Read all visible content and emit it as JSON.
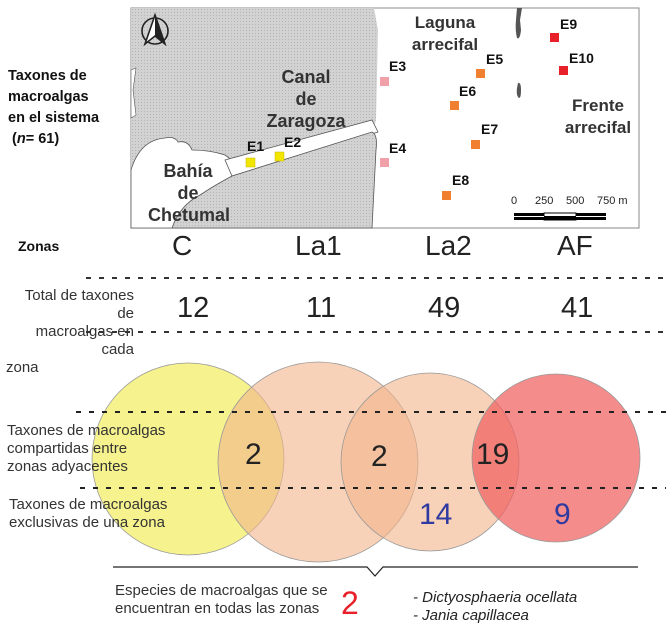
{
  "side_title": {
    "line1": "Taxones de",
    "line2": "macroalgas",
    "line3": "en el sistema",
    "n_open": "(",
    "n_var": "n",
    "n_value": "= 61)"
  },
  "map": {
    "labels": {
      "canal": [
        "Canal",
        "de",
        "Zaragoza"
      ],
      "bahia": [
        "Bahía",
        "de",
        "Chetumal"
      ],
      "laguna": [
        "Laguna",
        "arrecifal"
      ],
      "frente": [
        "Frente",
        "arrecifal"
      ]
    },
    "stations": [
      {
        "id": "E1",
        "color": "#f2e600"
      },
      {
        "id": "E2",
        "color": "#f2e600"
      },
      {
        "id": "E3",
        "color": "#f0a0a8"
      },
      {
        "id": "E4",
        "color": "#f0a0a8"
      },
      {
        "id": "E5",
        "color": "#f08030"
      },
      {
        "id": "E6",
        "color": "#f08030"
      },
      {
        "id": "E7",
        "color": "#f08030"
      },
      {
        "id": "E8",
        "color": "#f08030"
      },
      {
        "id": "E9",
        "color": "#e8202a"
      },
      {
        "id": "E10",
        "color": "#e8202a"
      }
    ],
    "scale_bar": {
      "ticks": [
        "0",
        "250",
        "500",
        "750 m"
      ]
    },
    "north_arrow": "north-arrow-icon"
  },
  "zones": {
    "label": "Zonas",
    "names": [
      "C",
      "La1",
      "La2",
      "AF"
    ]
  },
  "totals": {
    "label": [
      "Total de taxones de",
      "macroalgas en cada",
      "zona"
    ],
    "values": [
      "12",
      "11",
      "49",
      "41"
    ]
  },
  "shared": {
    "label": [
      "Taxones de macroalgas",
      "compartidas entre",
      "zonas adyacentes"
    ],
    "values": [
      "2",
      "2",
      "19"
    ]
  },
  "exclusive": {
    "label": [
      "Taxones de macroalgas",
      "exclusivas de una zona"
    ],
    "values": [
      "14",
      "9"
    ]
  },
  "all_zones": {
    "label": [
      "Especies de macroalgas que se",
      "encuentran en todas las zonas"
    ],
    "count": "2",
    "species": [
      "- Dictyosphaeria ocellata",
      "- Jania capillacea"
    ]
  },
  "colors": {
    "zone_C": "#f5f07a",
    "zone_La1": "#f5c8a8",
    "zone_La2": "#f5c8a8",
    "zone_AF": "#f07878",
    "exclusive_text": "#2f3aa0",
    "all_count": "#e8202a"
  },
  "chart_data": {
    "type": "table",
    "title": "Taxones de macroalgas en el sistema (n= 61)",
    "categories": [
      "C",
      "La1",
      "La2",
      "AF"
    ],
    "series": [
      {
        "name": "Total de taxones de macroalgas en cada zona",
        "values": [
          12,
          11,
          49,
          41
        ]
      },
      {
        "name": "Taxones compartidas entre zonas adyacentes",
        "pairs": [
          "C-La1",
          "La1-La2",
          "La2-AF"
        ],
        "values": [
          2,
          2,
          19
        ]
      },
      {
        "name": "Taxones exclusivas de una zona",
        "values": [
          null,
          null,
          14,
          9
        ]
      }
    ],
    "all_zones_count": 2,
    "all_zones_species": [
      "Dictyosphaeria ocellata",
      "Jania capillacea"
    ]
  }
}
